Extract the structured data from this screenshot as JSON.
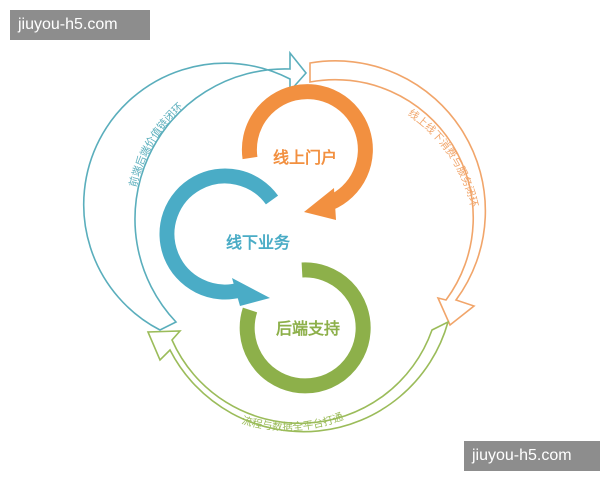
{
  "watermark": {
    "text": "jiuyou-h5.com"
  },
  "rings": {
    "top": {
      "label": "线上门户",
      "color": "#f29040"
    },
    "middle": {
      "label": "线下业务",
      "color": "#4aacc6"
    },
    "bottom": {
      "label": "后端支持",
      "color": "#8db04a"
    }
  },
  "outer_arrows": {
    "left": {
      "label": "前端后端价值链闭环",
      "color": "#5aaebc"
    },
    "right": {
      "label": "线上线下消费与服务闭环",
      "color": "#f1a56a"
    },
    "bottom": {
      "label": "流程与数据全平台打通",
      "color": "#9bbc5a"
    }
  }
}
